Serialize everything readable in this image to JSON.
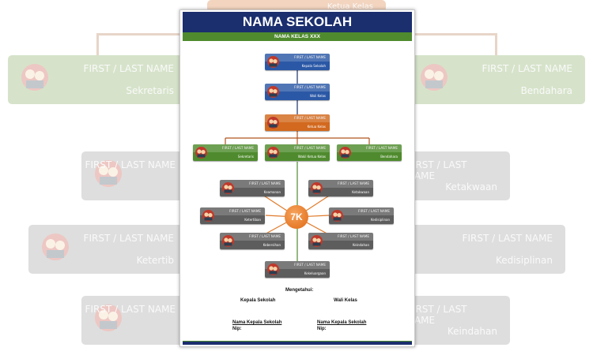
{
  "document": {
    "title": "NAMA SEKOLAH",
    "subtitle": "NAMA KELAS XXX",
    "placeholder_name": "FIRST / LAST NAME",
    "chain": [
      {
        "role": "Kepala Sekolah",
        "color": "#2b58a6"
      },
      {
        "role": "Wali Kelas",
        "color": "#2b58a6"
      },
      {
        "role": "Ketua Kelas",
        "color": "#d2691e"
      }
    ],
    "row": [
      {
        "role": "Sekretaris",
        "color": "#4f8b2e"
      },
      {
        "role": "Wakil Ketua Kelas",
        "color": "#4f8b2e"
      },
      {
        "role": "Bendahara",
        "color": "#4f8b2e"
      }
    ],
    "center_badge": "7K",
    "seven_k": [
      {
        "role": "Keamanan"
      },
      {
        "role": "Ketakwaan"
      },
      {
        "role": "Ketertiban"
      },
      {
        "role": "Kedisiplinan"
      },
      {
        "role": "Kebersihan"
      },
      {
        "role": "Keindahan"
      },
      {
        "role": "Kekeluargaan"
      }
    ],
    "signature": {
      "heading": "Mengetahui:",
      "left_title": "Kepala Sekolah",
      "right_title": "Wali Kelas",
      "left_name": "Nama Kepala Sekolah",
      "right_name": "Nama Kepala Sekolah",
      "nip_label": "Nip:"
    }
  },
  "background_preview": {
    "top_role": "Ketua Kelas",
    "left": [
      "Sekretaris",
      "",
      "Ketertib",
      ""
    ],
    "right": [
      "Bendahara",
      "Ketakwaan",
      "Kedisiplinan",
      "Keindahan"
    ]
  },
  "colors": {
    "navy": "#1b2e6e",
    "green": "#4f8b2e",
    "orange": "#d2691e",
    "gray": "#5d5d5d",
    "blue": "#2b58a6"
  }
}
